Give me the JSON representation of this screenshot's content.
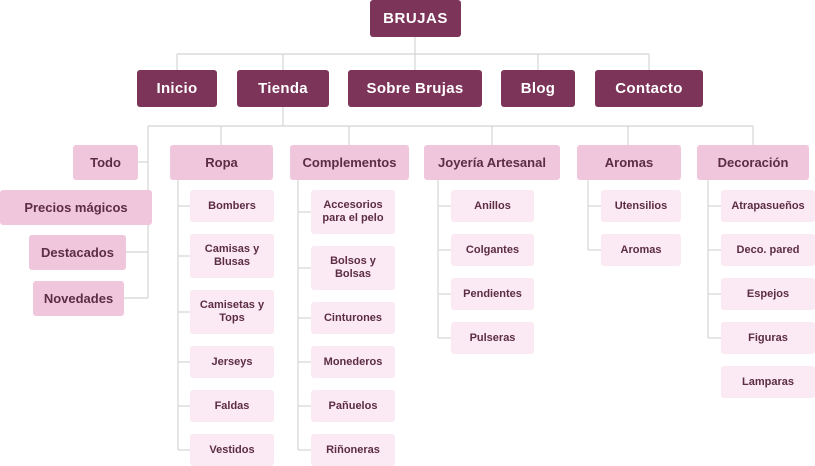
{
  "root": "BRUJAS",
  "nav": {
    "inicio": "Inicio",
    "tienda": "Tienda",
    "sobre": "Sobre Brujas",
    "blog": "Blog",
    "contacto": "Contacto"
  },
  "tienda_side": [
    "Todo",
    "Precios mágicos",
    "Destacados",
    "Novedades"
  ],
  "categories": [
    {
      "label": "Ropa",
      "items": [
        "Bombers",
        "Camisas y Blusas",
        "Camisetas y Tops",
        "Jerseys",
        "Faldas",
        "Vestidos"
      ]
    },
    {
      "label": "Complementos",
      "items": [
        "Accesorios para el pelo",
        "Bolsos y Bolsas",
        "Cinturones",
        "Monederos",
        "Pañuelos",
        "Riñoneras"
      ]
    },
    {
      "label": "Joyería Artesanal",
      "items": [
        "Anillos",
        "Colgantes",
        "Pendientes",
        "Pulseras"
      ]
    },
    {
      "label": "Aromas",
      "items": [
        "Utensilios",
        "Aromas"
      ]
    },
    {
      "label": "Decoración",
      "items": [
        "Atrapasueños",
        "Deco. pared",
        "Espejos",
        "Figuras",
        "Lamparas"
      ]
    }
  ],
  "colors": {
    "primary": "#7d3459",
    "secondary": "#f0c6dc",
    "leaf": "#fbe9f3",
    "connector": "#d4d4d4"
  }
}
